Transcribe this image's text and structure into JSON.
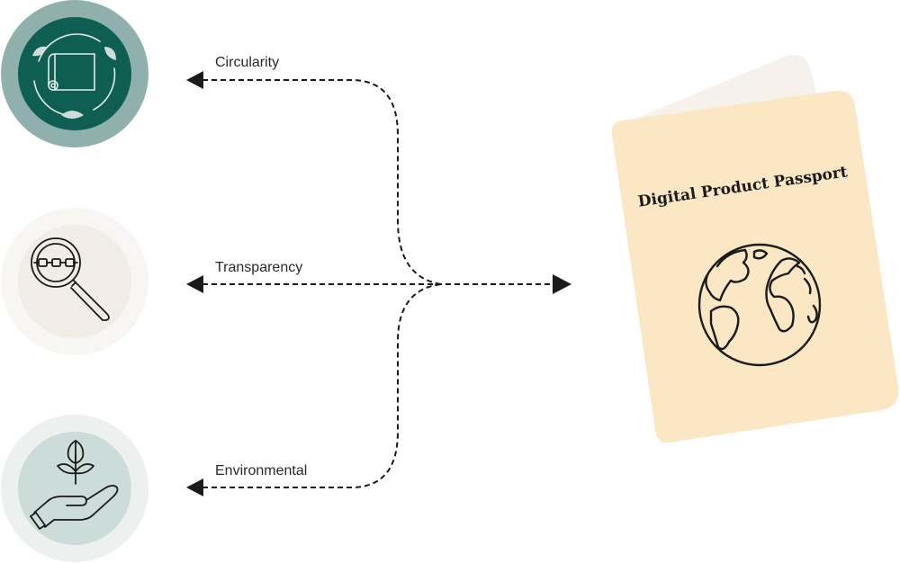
{
  "labels": {
    "circularity": "Circularity",
    "transparency": "Transparency",
    "environmental": "Environmental"
  },
  "passport": {
    "title": "Digital Product Passport"
  },
  "colors": {
    "circularity_outer": "#8fb0ac",
    "circularity_inner": "#0f5e52",
    "transparency_outer": "#f8f6f3",
    "transparency_inner": "#f1ece6",
    "environmental_outer": "#ecf0ef",
    "environmental_inner": "#cbdcd9",
    "passport_cover": "#fbe7c3",
    "passport_back": "#f7f1ec",
    "line": "#1a1a1a"
  },
  "icons": {
    "circularity": "circular-fabric-roll-icon",
    "transparency": "magnifier-chain-icon",
    "environmental": "hand-plant-icon",
    "passport": "globe-icon"
  }
}
